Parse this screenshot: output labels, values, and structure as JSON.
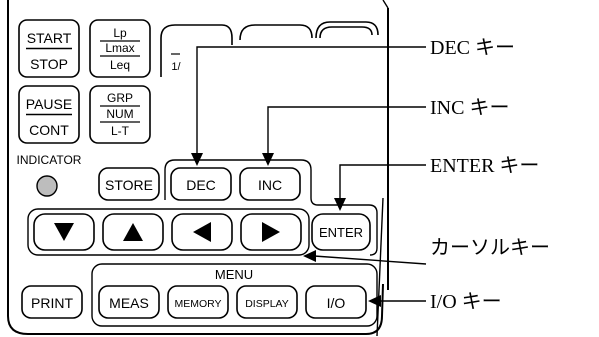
{
  "panel": {
    "keys": {
      "start_stop": {
        "top": "START",
        "bottom": "STOP"
      },
      "lp_group": {
        "line1": "Lp",
        "line2": "Lmax",
        "line3": "Leq"
      },
      "partial_key": {
        "line1": "1/"
      },
      "pause_cont": {
        "top": "PAUSE",
        "bottom": "CONT"
      },
      "grp_group": {
        "line1": "GRP",
        "line2": "NUM",
        "line3": "L-T"
      },
      "indicator_label": "INDICATOR",
      "store": "STORE",
      "dec": "DEC",
      "inc": "INC",
      "enter": "ENTER",
      "menu_label": "MENU",
      "print": "PRINT",
      "meas": "MEAS",
      "memory": "MEMORY",
      "display": "DISPLAY",
      "io": "I/O"
    },
    "arrow_keys": [
      "down-triangle",
      "up-triangle",
      "left-triangle",
      "right-triangle"
    ]
  },
  "callouts": {
    "dec": "DEC キー",
    "inc": "INC キー",
    "enter": "ENTER キー",
    "cursor": "カーソルキー",
    "io": "I/O キー"
  }
}
